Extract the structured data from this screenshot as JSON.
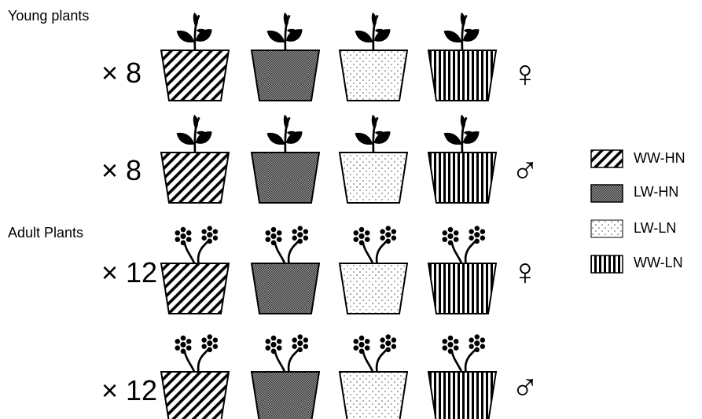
{
  "sections": [
    {
      "title": "Young plants",
      "plant": "seedling",
      "rows": [
        {
          "count": "× 8",
          "sex": "♀"
        },
        {
          "count": "× 8",
          "sex": "♂"
        }
      ]
    },
    {
      "title": "Adult Plants",
      "plant": "flowering",
      "rows": [
        {
          "count": "× 12",
          "sex": "♀"
        },
        {
          "count": "× 12",
          "sex": "♂"
        }
      ]
    }
  ],
  "pot_treatments": [
    "WW-HN",
    "LW-HN",
    "LW-LN",
    "WW-LN"
  ],
  "legend": [
    {
      "label": "WW-HN",
      "pattern": "diagonal-stripes"
    },
    {
      "label": "LW-HN",
      "pattern": "dense-dots"
    },
    {
      "label": "LW-LN",
      "pattern": "sparse-dots"
    },
    {
      "label": "WW-LN",
      "pattern": "vertical-stripes"
    }
  ],
  "colors": {
    "ink": "#000000",
    "lw_hn_fill": "#8a8a8a",
    "lw_ln_fill": "#ffffff"
  }
}
